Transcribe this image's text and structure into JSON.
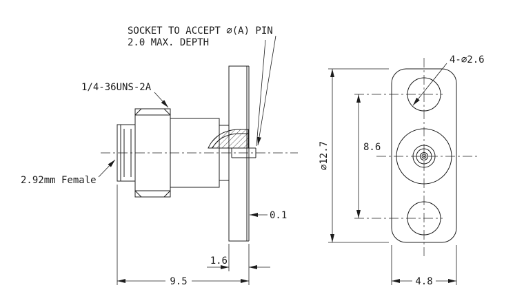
{
  "drawing": {
    "notes": {
      "socket_note_line1": "SOCKET TO ACCEPT ∅(A) PIN",
      "socket_note_line2": "2.0 MAX. DEPTH",
      "thread_spec": "1/4-36UNS-2A",
      "connector_type": "2.92mm Female"
    },
    "dimensions": {
      "step_depth": "0.1",
      "flange_thickness": "1.6",
      "overall_length": "9.5",
      "mounting_holes": "4-∅2.6",
      "flange_height": "∅12.7",
      "hole_spacing": "8.6",
      "flange_width": "4.8"
    },
    "colors": {
      "line": "#1c1c1c",
      "background": "#ffffff"
    }
  }
}
